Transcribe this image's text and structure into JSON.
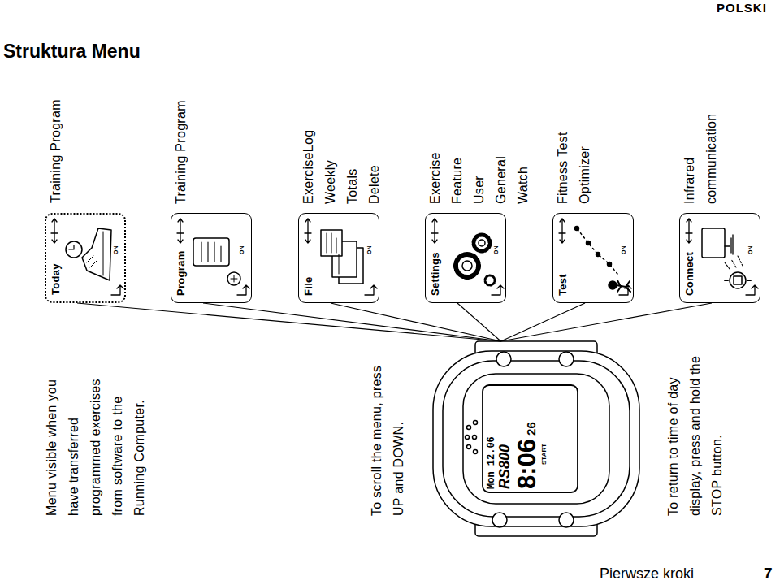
{
  "diagram": {
    "title": "Struktura Menu",
    "nodes": [
      {
        "text": [
          "Today",
          "Training Program"
        ]
      },
      {
        "text": [
          "Program",
          "Training Program"
        ]
      },
      {
        "text": [
          "File",
          "ExerciseLog Weekly Totals Delete"
        ]
      },
      {
        "text": [
          "Settings",
          "Exercise Feature User General Watch"
        ]
      },
      {
        "text": [
          "Test",
          "Fitness Test Optimizer"
        ]
      },
      {
        "text": [
          "Connect",
          "Infrared communication"
        ]
      },
      {
        "text": [
          "Mon 12.06",
          "RS800",
          "8:06",
          "26",
          "START"
        ]
      }
    ],
    "edges": [
      {
        "from": 6,
        "to": 0,
        "arrow": "none"
      },
      {
        "from": 6,
        "to": 1,
        "arrow": "none"
      },
      {
        "from": 6,
        "to": 2,
        "arrow": "none"
      },
      {
        "from": 6,
        "to": 3,
        "arrow": "none"
      },
      {
        "from": 6,
        "to": 4,
        "arrow": "none"
      },
      {
        "from": 6,
        "to": 5,
        "arrow": "none"
      }
    ],
    "labels": [
      "POLSKI",
      "Menu visible when you have transferred programmed exercises from software to the Running Computer.",
      "To scroll the menu, press UP and DOWN.",
      "To return to time of day display, press and hold the STOP button.",
      "ON",
      "ON",
      "ON",
      "ON",
      "ON",
      "ON",
      "Pierwsze kroki",
      "7"
    ]
  }
}
